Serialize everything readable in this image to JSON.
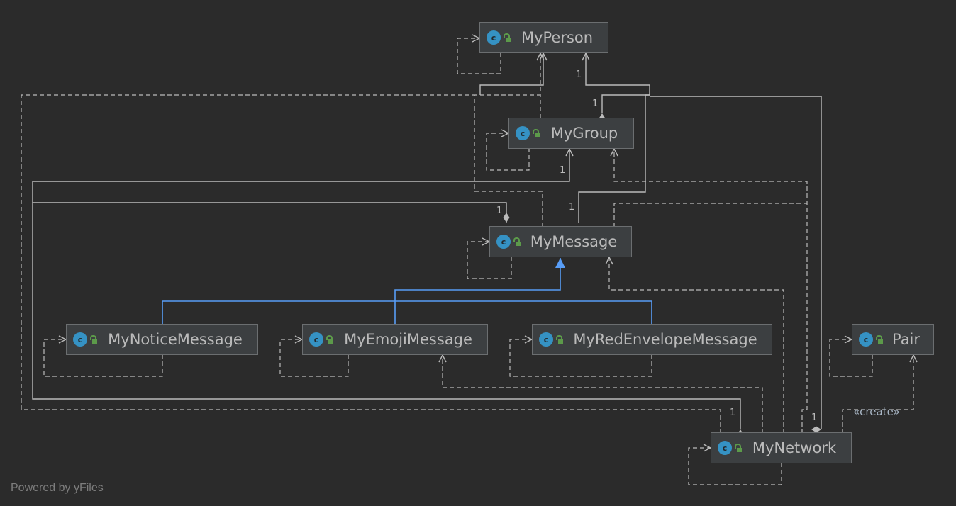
{
  "classes": {
    "myperson": "MyPerson",
    "mygroup": "MyGroup",
    "mymessage": "MyMessage",
    "mynoticemessage": "MyNoticeMessage",
    "myemojimessage": "MyEmojiMessage",
    "myredenvelopemessage": "MyRedEnvelopeMessage",
    "pair": "Pair",
    "mynetwork": "MyNetwork"
  },
  "class_icon_letter": "c",
  "icons": [
    "class-icon",
    "public-lock-icon"
  ],
  "multiplicity": "1",
  "stereotype": "«create»",
  "footer": "Powered by yFiles",
  "colors": {
    "background": "#2b2b2b",
    "node": "#3c3f41",
    "edge": "#bbbbbb",
    "inheritance": "#589df6",
    "class_icon": "#3592c4",
    "lock_icon": "#5c9a4a"
  }
}
